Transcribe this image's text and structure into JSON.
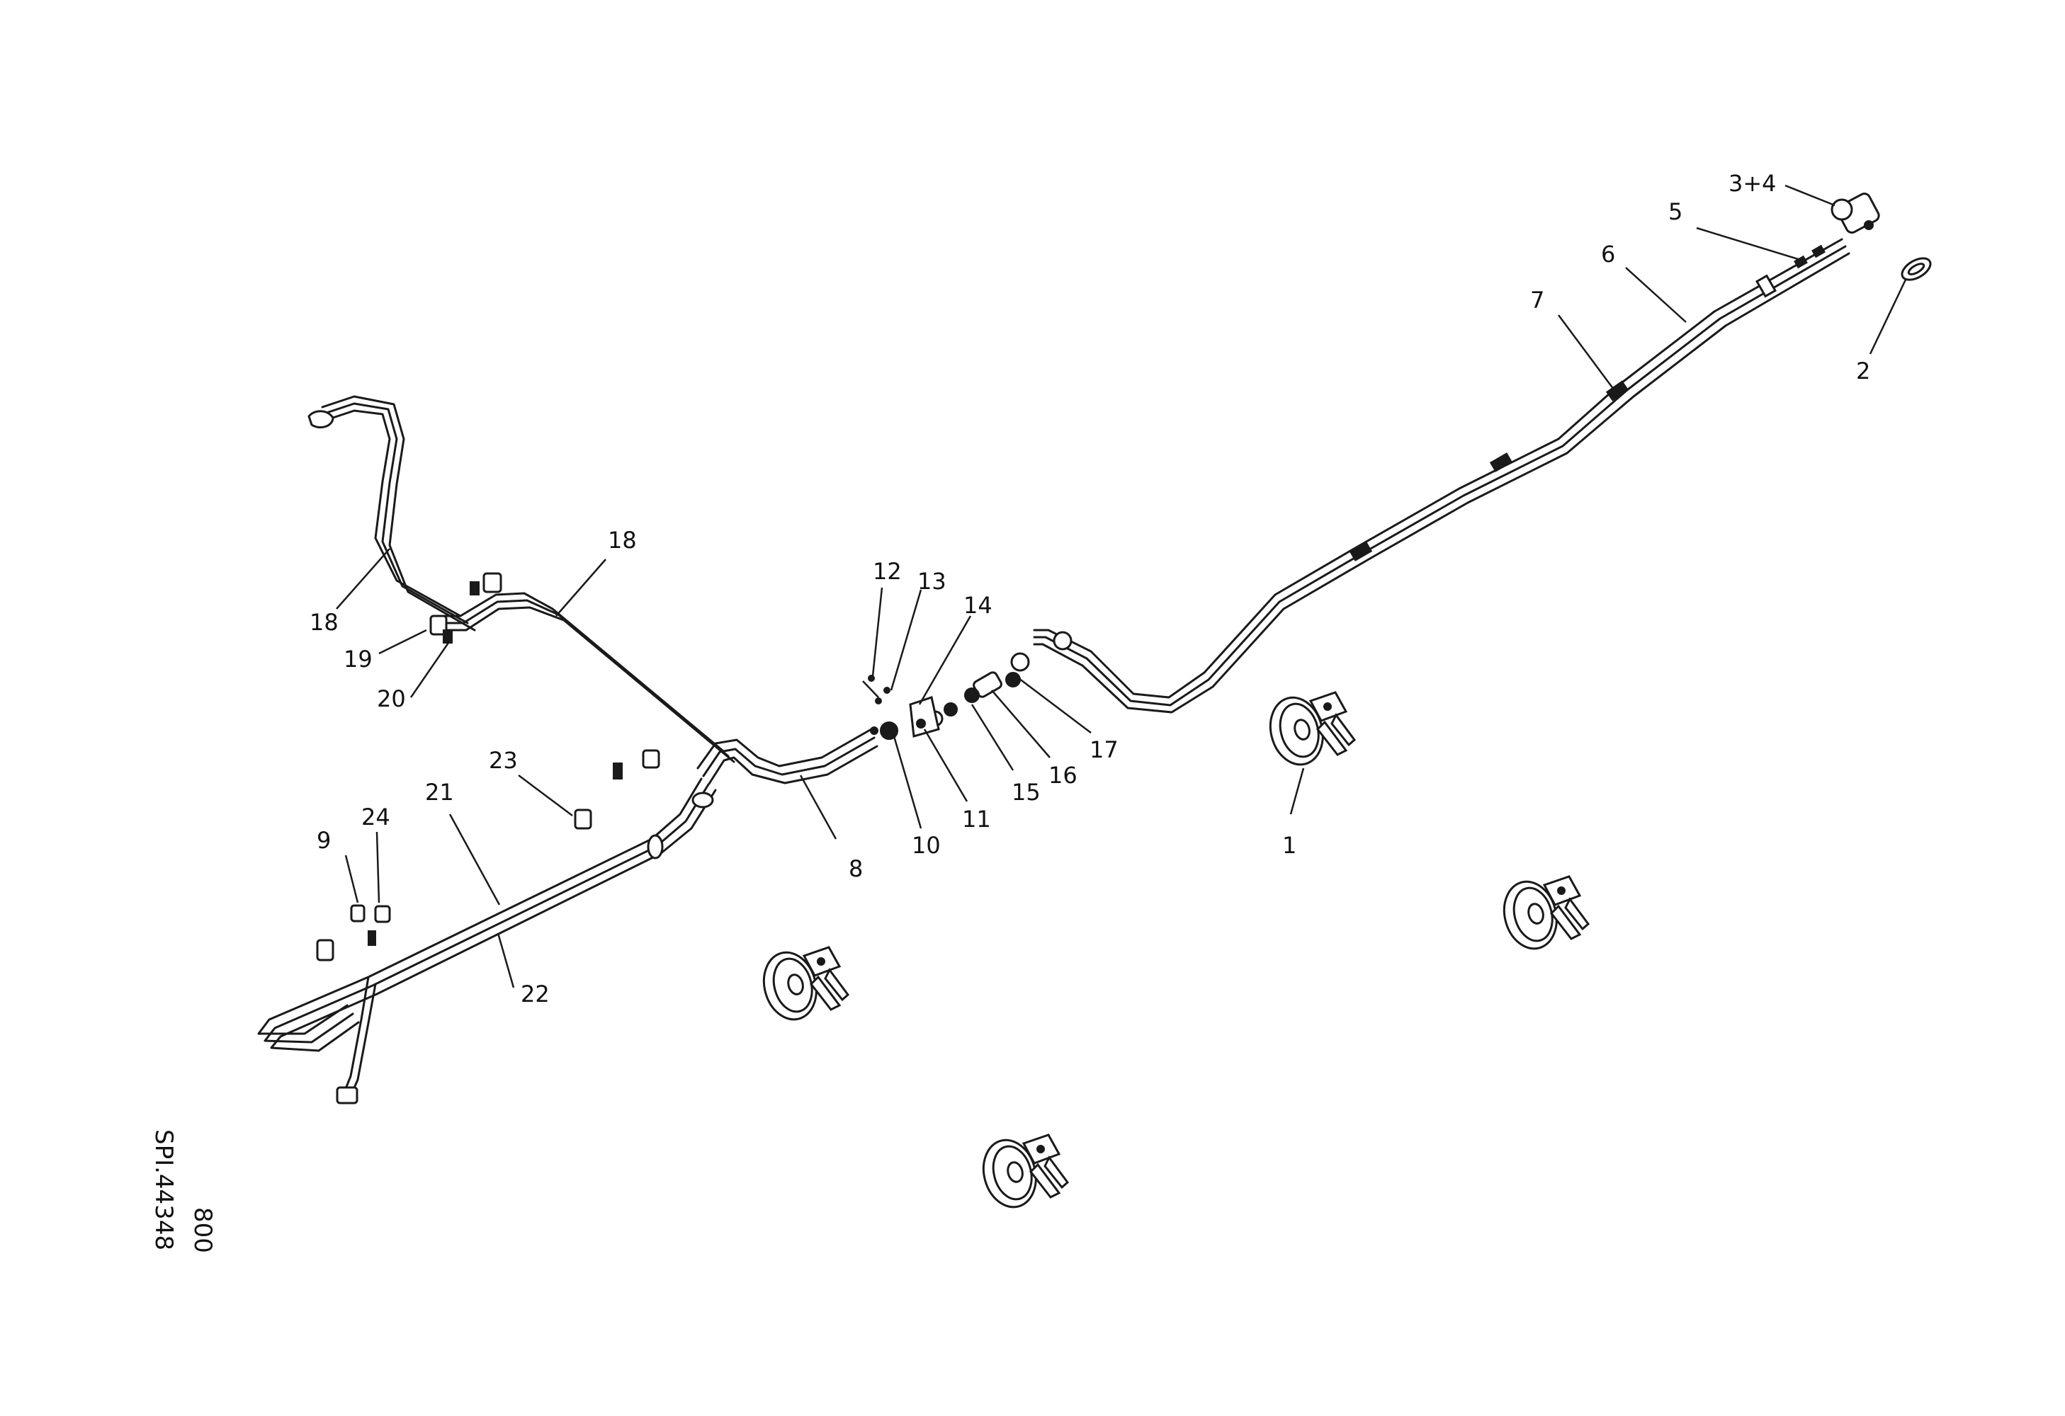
{
  "drawing": {
    "reference_code": "SPI.44348",
    "sheet_number": "800",
    "colors": {
      "line": "#1a1a1a",
      "background": "#ffffff"
    }
  },
  "callouts": [
    {
      "id": "c1",
      "label": "1"
    },
    {
      "id": "c2",
      "label": "2"
    },
    {
      "id": "c34",
      "label": "3+4"
    },
    {
      "id": "c5",
      "label": "5"
    },
    {
      "id": "c6",
      "label": "6"
    },
    {
      "id": "c7",
      "label": "7"
    },
    {
      "id": "c8",
      "label": "8"
    },
    {
      "id": "c9",
      "label": "9"
    },
    {
      "id": "c10",
      "label": "10"
    },
    {
      "id": "c11",
      "label": "11"
    },
    {
      "id": "c12",
      "label": "12"
    },
    {
      "id": "c13",
      "label": "13"
    },
    {
      "id": "c14",
      "label": "14"
    },
    {
      "id": "c15",
      "label": "15"
    },
    {
      "id": "c16",
      "label": "16"
    },
    {
      "id": "c17",
      "label": "17"
    },
    {
      "id": "c18a",
      "label": "18"
    },
    {
      "id": "c18b",
      "label": "18"
    },
    {
      "id": "c19",
      "label": "19"
    },
    {
      "id": "c20",
      "label": "20"
    },
    {
      "id": "c21",
      "label": "21"
    },
    {
      "id": "c22",
      "label": "22"
    },
    {
      "id": "c23",
      "label": "23"
    },
    {
      "id": "c24",
      "label": "24"
    }
  ]
}
